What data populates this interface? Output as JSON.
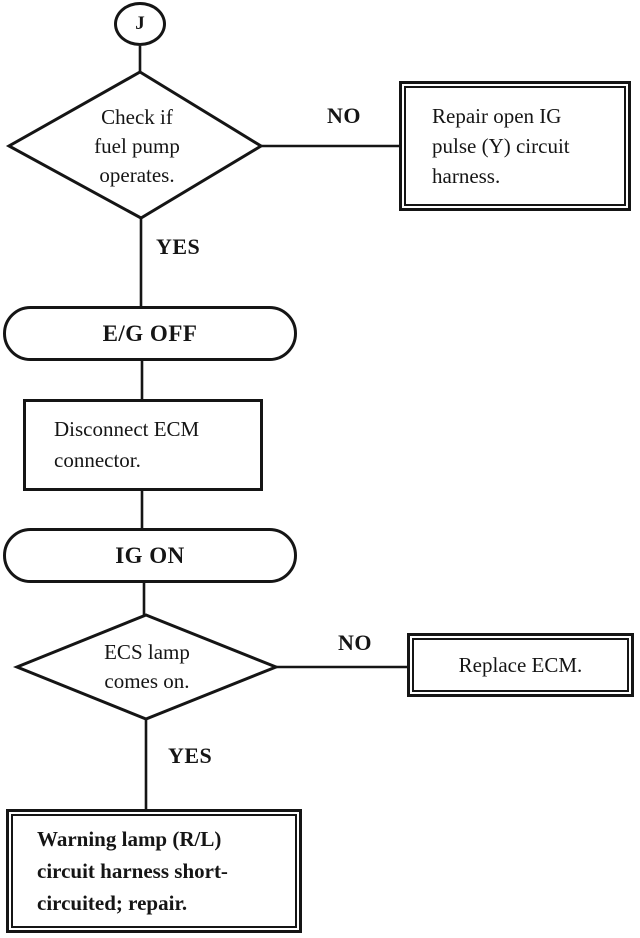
{
  "flowchart": {
    "colors": {
      "ink": "#151515",
      "background": "#ffffff"
    },
    "nodes": {
      "start_circle": "J",
      "decision_fuel_pump": "Check if\nfuel pump\noperates.",
      "action_repair_ig": "Repair open IG\npulse (Y) circuit\nharness.",
      "state_eg_off": "E/G OFF",
      "action_disconnect_ecm": "Disconnect ECM\nconnector.",
      "state_ig_on": "IG ON",
      "decision_ecs_lamp": "ECS lamp\ncomes on.",
      "action_replace_ecm": "Replace ECM.",
      "action_warning_lamp": "Warning lamp (R/L)\ncircuit harness short-\ncircuited; repair."
    },
    "edge_labels": {
      "no1": "NO",
      "yes1": "YES",
      "no2": "NO",
      "yes2": "YES"
    }
  }
}
